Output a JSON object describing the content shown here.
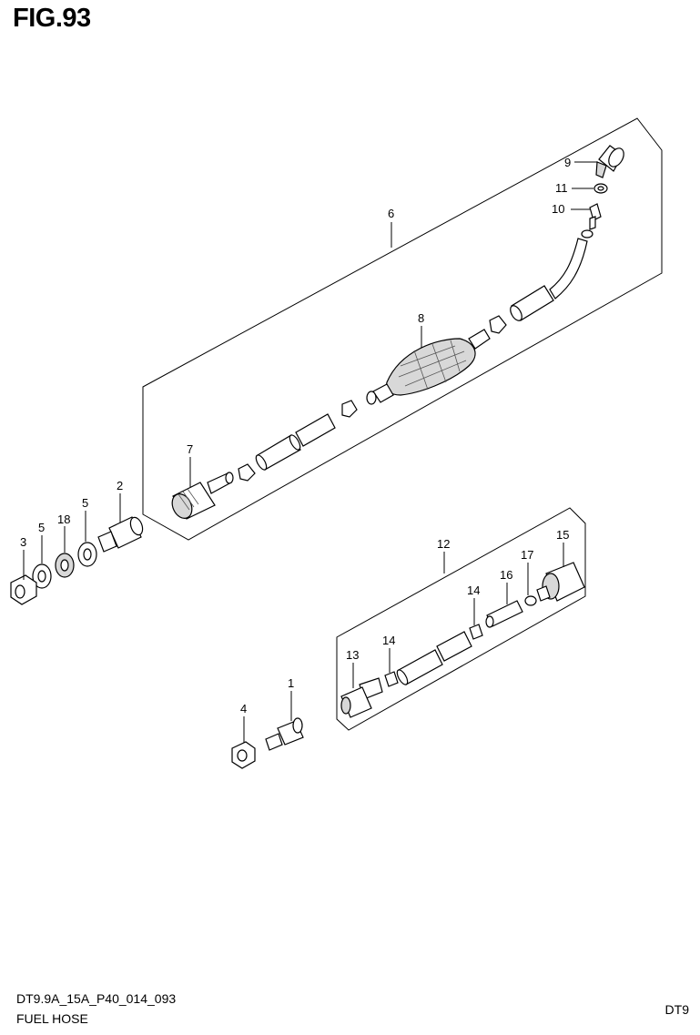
{
  "figure": {
    "title": "FIG.93"
  },
  "footer": {
    "code": "DT9.9A_15A_P40_014_093",
    "caption": "FUEL HOSE",
    "model": "DT9"
  },
  "callouts": {
    "c1": "1",
    "c2": "2",
    "c3": "3",
    "c4": "4",
    "c5a": "5",
    "c5b": "5",
    "c6": "6",
    "c7": "7",
    "c8": "8",
    "c9": "9",
    "c10": "10",
    "c11": "11",
    "c12": "12",
    "c13": "13",
    "c14a": "14",
    "c14b": "14",
    "c15": "15",
    "c16": "16",
    "c17": "17",
    "c18": "18"
  }
}
